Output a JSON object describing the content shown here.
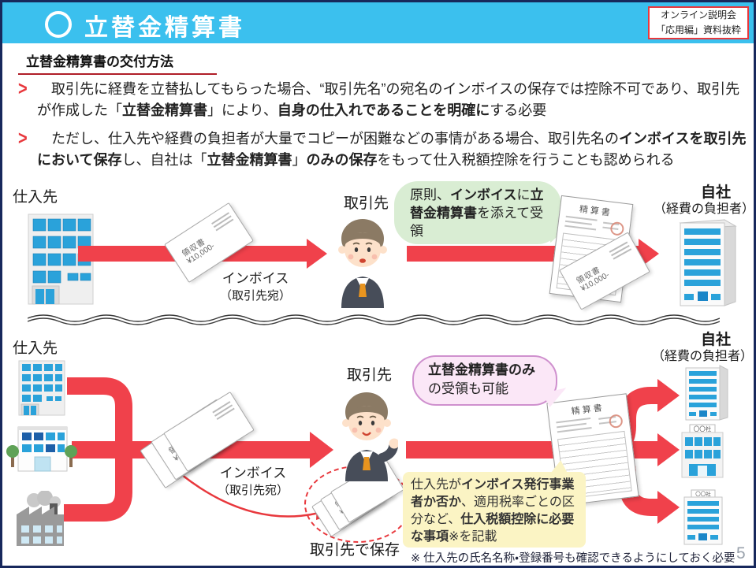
{
  "header": {
    "title": "立替金精算書",
    "corner_note": {
      "line1": "オンライン説明会",
      "line2": "「応用編」資料抜粋"
    }
  },
  "section_heading": "立替金精算書の交付方法",
  "bullets": {
    "b1": {
      "s1": "　取引先に経費を立替払してもらった場合、“取引先名”の宛名のインボイスの保存では控除不可であり、取引先が作成した「",
      "s2_bold": "立替金精算書",
      "s3": "」により、",
      "s4_bold": "自身の仕入れであることを明確に",
      "s5": "する必要"
    },
    "b2": {
      "s1": "　ただし、仕入先や経費の負担者が大量でコピーが困難などの事情がある場合、取引先名の",
      "s2_bold": "インボイスを取引先において保存",
      "s3": "し、自社は「",
      "s4_bold": "立替金精算書",
      "s5": "」",
      "s6_bold": "のみの保存",
      "s7": "をもって仕入税額控除を行うことも認められる"
    }
  },
  "diagram1": {
    "supplier_label": "仕入先",
    "invoice_label": "インボイス",
    "invoice_sub": "（取引先宛）",
    "client_label": "取引先",
    "bubble": {
      "s1": "原則、",
      "s2_bold": "インボイス",
      "s3": "に",
      "s4_bold": "立替金精算書",
      "s5": "を添えて受領"
    },
    "own_label": "自社",
    "own_sub": "（経費の負担者）"
  },
  "diagram2": {
    "supplier_label": "仕入先",
    "invoice_label": "インボイス",
    "invoice_sub": "（取引先宛）",
    "client_label": "取引先",
    "bubble": {
      "s1_bold": "立替金精算書のみ",
      "s2": "の受領も可能"
    },
    "own_label": "自社",
    "own_sub": "（経費の負担者）",
    "keep_label": "取引先で保存",
    "building_sign": "〇〇社",
    "note_box": {
      "s1": "仕入先が",
      "s2_bold": "インボイス発行事業者か否か",
      "s3": "、適用税率ごとの区分など、",
      "s4_bold": "仕入税額控除に必要な事項",
      "s5": "※を記載"
    }
  },
  "documents": {
    "receipt_title": "領収書",
    "receipt_amount": "¥10,000-",
    "statement_title": "精算書"
  },
  "footer": {
    "note": "※ 仕入先の氏名名称・登録番号も確認できるようにしておく必要",
    "page": "5"
  },
  "colors": {
    "accent_red": "#e8383d",
    "arrow_red": "#f0414b",
    "header_blue": "#3bc0ee",
    "navy_border": "#17285c"
  }
}
